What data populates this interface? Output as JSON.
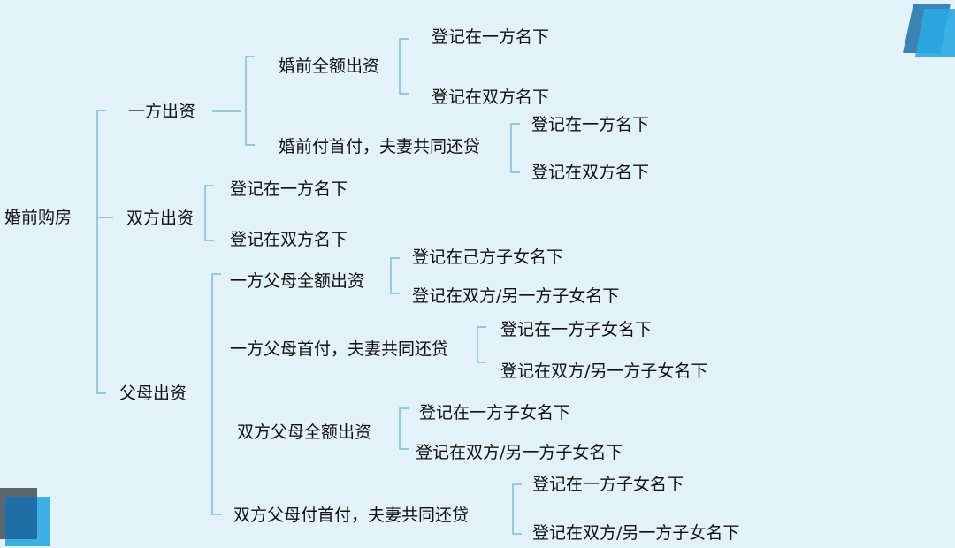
{
  "colors": {
    "background": "#e3f1f8",
    "line": "#7bbad7",
    "accent": "#29a9e1",
    "dark": "#1f6fa6",
    "grey": "#5a6670"
  },
  "root": {
    "label": "婚前购房"
  },
  "branches": {
    "a": {
      "label": "一方出资",
      "subs": {
        "a1": {
          "label": "婚前全额出资",
          "leaves": [
            "登记在一方名下",
            "登记在双方名下"
          ]
        },
        "a2": {
          "label": "婚前付首付，夫妻共同还贷",
          "leaves": [
            "登记在一方名下",
            "登记在双方名下"
          ]
        }
      }
    },
    "b": {
      "label": "双方出资",
      "leaves": [
        "登记在一方名下",
        "登记在双方名下"
      ]
    },
    "c": {
      "label": "父母出资",
      "subs": {
        "c1": {
          "label": "一方父母全额出资",
          "leaves": [
            "登记在己方子女名下",
            "登记在双方/另一方子女名下"
          ]
        },
        "c2": {
          "label": "一方父母首付，夫妻共同还贷",
          "leaves": [
            "登记在一方子女名下",
            "登记在双方/另一方子女名下"
          ]
        },
        "c3": {
          "label": "双方父母全额出资",
          "leaves": [
            "登记在一方子女名下",
            "登记在双方/另一方子女名下"
          ]
        },
        "c4": {
          "label": "双方父母付首付，夫妻共同还贷",
          "leaves": [
            "登记在一方子女名下",
            "登记在双方/另一方子女名下"
          ]
        }
      }
    }
  }
}
